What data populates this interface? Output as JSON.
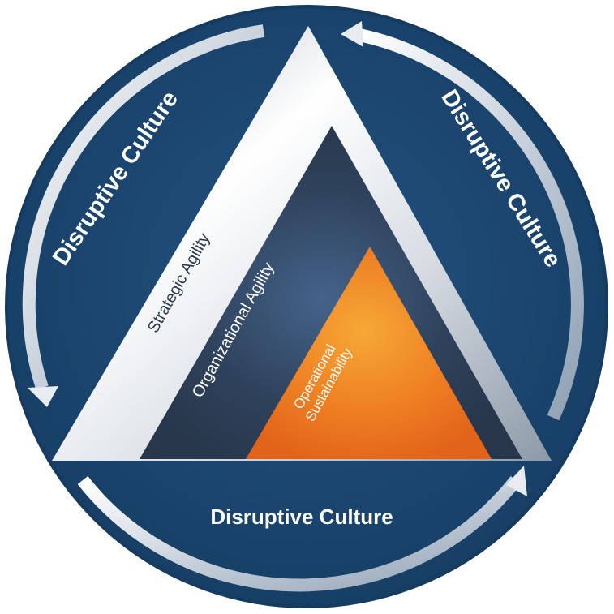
{
  "diagram": {
    "ring_labels": {
      "left": "Disruptive Culture",
      "right": "Disruptive Culture",
      "bottom": "Disruptive Culture"
    },
    "layers": {
      "outer": "Strategic Agility",
      "middle": "Organizational Agility",
      "inner": "Operational Sustainability",
      "inner_line1": "Operational",
      "inner_line2": "Sustainability"
    },
    "colors": {
      "circle": "#1c4873",
      "circle_edge": "#163b61",
      "arrow_light": "#f2f4f7",
      "arrow_dark": "#8ea0b4",
      "outer_triangle": "#c8cfd8",
      "middle_triangle": "#2e3f57",
      "inner_triangle": "#ee7d22"
    }
  }
}
